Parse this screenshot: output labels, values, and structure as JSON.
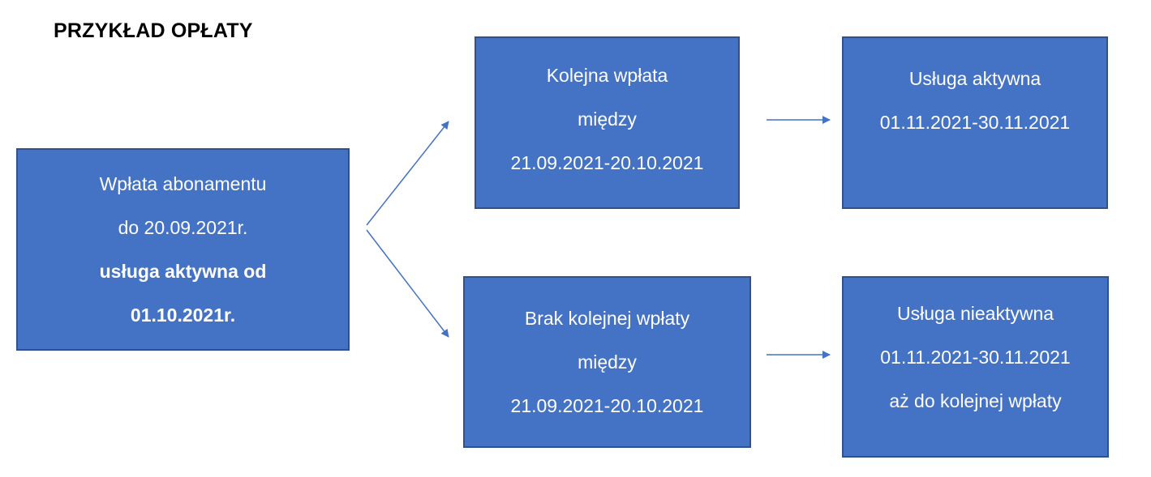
{
  "title": "PRZYKŁAD OPŁATY",
  "colors": {
    "box_fill": "#4472C4",
    "box_border": "#2F528F",
    "arrow": "#4472C4",
    "box_text": "#ffffff",
    "title_text": "#000000"
  },
  "boxes": {
    "start": {
      "lines": [
        "Wpłata abonamentu",
        "do 20.09.2021r.",
        "usługa aktywna od",
        "01.10.2021r."
      ]
    },
    "next_payment": {
      "lines": [
        "Kolejna wpłata",
        "między",
        "21.09.2021-20.10.2021"
      ]
    },
    "no_next_payment": {
      "lines": [
        "Brak kolejnej wpłaty",
        "między",
        "21.09.2021-20.10.2021"
      ]
    },
    "service_active": {
      "lines": [
        "Usługa aktywna",
        "01.11.2021-30.11.2021"
      ]
    },
    "service_inactive": {
      "lines": [
        "Usługa nieaktywna",
        "01.11.2021-30.11.2021",
        "aż do kolejnej wpłaty"
      ]
    }
  }
}
